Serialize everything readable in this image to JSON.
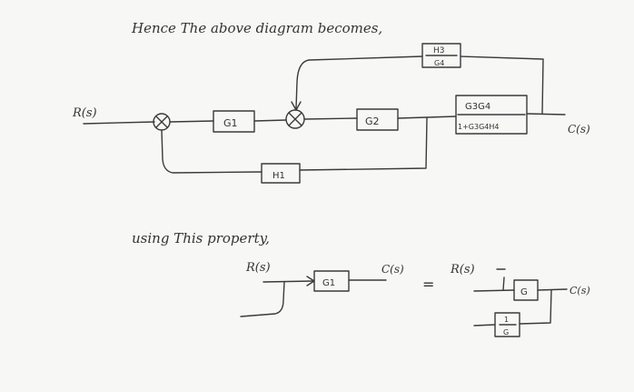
{
  "heading": "Hence The above diagram becomes,",
  "main_diagram": {
    "input_label": "R(s)",
    "output_label": "C(s)",
    "blocks": {
      "g1": "G1",
      "g2": "G2",
      "h1": "H1",
      "h3_num": "H3",
      "h3_den": "G4",
      "g34_num": "G3G4",
      "g34_den": "1+G3G4H4"
    },
    "summing_junctions": 2
  },
  "property_caption": "using This property,",
  "property_left": {
    "input_label": "R(s)",
    "block": "G1",
    "output_label": "C(s)"
  },
  "equals_sign": "=",
  "property_right": {
    "input_label": "R(s)",
    "block": "G",
    "output_label": "C(s)",
    "feedback_num": "1",
    "feedback_den": "G"
  }
}
